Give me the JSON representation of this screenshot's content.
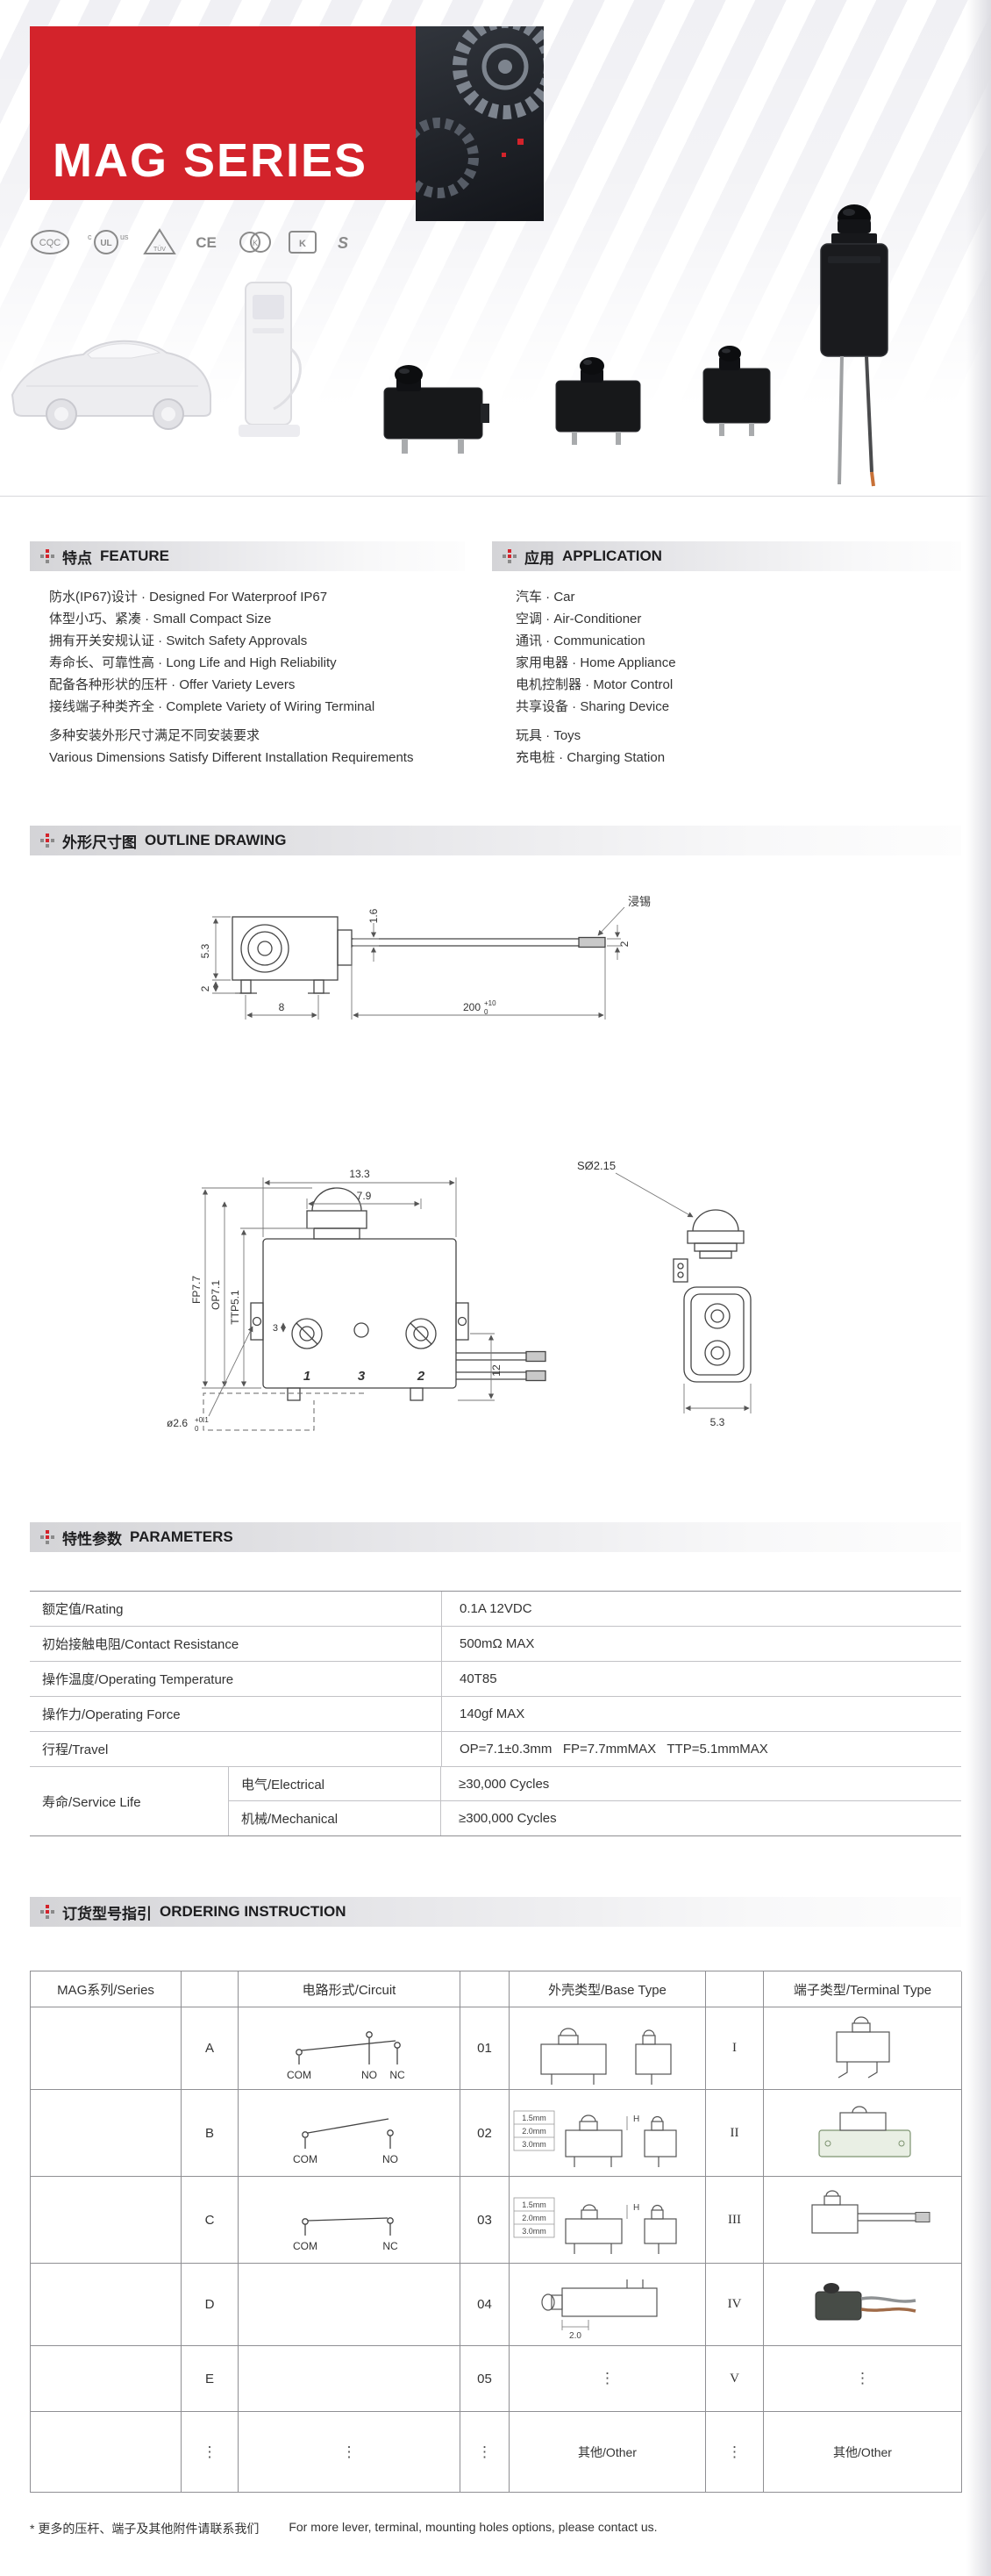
{
  "header": {
    "title": "MAG SERIES",
    "certs": [
      {
        "id": "cqc",
        "text": "CQC"
      },
      {
        "id": "ul",
        "pre": "c",
        "text": "UL",
        "post": "us"
      },
      {
        "id": "tuv",
        "text": "TÜV"
      },
      {
        "id": "ce",
        "text": "CE"
      },
      {
        "id": "kema",
        "text": "K"
      },
      {
        "id": "kc",
        "text": "K"
      },
      {
        "id": "s",
        "text": "S"
      }
    ]
  },
  "sections": {
    "feature": {
      "zh": "特点",
      "en": "FEATURE"
    },
    "application": {
      "zh": "应用",
      "en": "APPLICATION"
    },
    "outline": {
      "zh": "外形尺寸图",
      "en": "OUTLINE DRAWING"
    },
    "parameters": {
      "zh": "特性参数",
      "en": "PARAMETERS"
    },
    "ordering": {
      "zh": "订货型号指引",
      "en": "ORDERING INSTRUCTION"
    }
  },
  "features": {
    "items": [
      "防水(IP67)设计 · Designed For Waterproof IP67",
      "体型小巧、紧凑 · Small Compact Size",
      "拥有开关安规认证 · Switch Safety Approvals",
      "寿命长、可靠性高 · Long Life and High Reliability",
      "配备各种形状的压杆 · Offer Variety Levers",
      "接线端子种类齐全 · Complete Variety of Wiring Terminal",
      "多种安装外形尺寸满足不同安装要求",
      "Various Dimensions Satisfy Different Installation Requirements"
    ]
  },
  "applications": {
    "items": [
      "汽车 · Car",
      "空调 · Air-Conditioner",
      "通讯 · Communication",
      "家用电器 · Home Appliance",
      "电机控制器 · Motor Control",
      "共享设备 · Sharing Device",
      "玩具 · Toys",
      "充电桩 · Charging Station"
    ]
  },
  "outline": {
    "d1": {
      "height": "5.3",
      "foot": "2",
      "pitch": "8",
      "thk": "1.6",
      "len": "200",
      "tol_up": "+10",
      "tol_dn": "0",
      "tip": "2",
      "tin": "浸锡"
    },
    "d2": {
      "width": "13.3",
      "top_w": "7.9",
      "fp": "FP7.7",
      "op": "OP7.1",
      "ttp": "TTP5.1",
      "hole": "ø2.6",
      "hole_up": "+0.1",
      "hole_dn": "0",
      "rivet": "3",
      "side": "12",
      "t1": "1",
      "t3": "3",
      "t2": "2"
    },
    "d3": {
      "dome": "SØ2.15",
      "width": "5.3"
    }
  },
  "parameters": {
    "rows": [
      {
        "label": "额定值/Rating",
        "value": "0.1A 12VDC"
      },
      {
        "label": "初始接触电阻/Contact Resistance",
        "value": "500mΩ MAX"
      },
      {
        "label": "操作温度/Operating Temperature",
        "value": "40T85"
      },
      {
        "label": "操作力/Operating Force",
        "value": "140gf MAX"
      },
      {
        "label": "行程/Travel",
        "value": "OP=7.1±0.3mm   FP=7.7mmMAX   TTP=5.1mmMAX"
      }
    ],
    "life": {
      "label": "寿命/Service Life",
      "rows": [
        {
          "label": "电气/Electrical",
          "value": "≥30,000 Cycles"
        },
        {
          "label": "机械/Mechanical",
          "value": "≥300,000 Cycles"
        }
      ]
    }
  },
  "ordering": {
    "headers": {
      "series": "MAG系列/Series",
      "circuit": "电路形式/Circuit",
      "base": "外壳类型/Base Type",
      "terminal": "端子类型/Terminal Type"
    },
    "letters": [
      "A",
      "B",
      "C",
      "D",
      "E",
      "⋮"
    ],
    "numbers": [
      "01",
      "02",
      "03",
      "04",
      "05",
      "⋮"
    ],
    "romans": [
      "I",
      "II",
      "III",
      "IV",
      "V",
      "⋮"
    ],
    "circuit_labels": {
      "a": {
        "com": "COM",
        "no": "NO",
        "nc": "NC"
      },
      "b": {
        "com": "COM",
        "no": "NO"
      },
      "c": {
        "com": "COM",
        "nc": "NC"
      }
    },
    "h_label": "H",
    "h_values": [
      "1.5mm",
      "2.0mm",
      "3.0mm"
    ],
    "d_dim": "2.0",
    "dots": "⋮",
    "base_other": "其他/Other",
    "terminal_other": "其他/Other"
  },
  "footer": {
    "zh": "* 更多的压杆、端子及其他附件请联系我们",
    "en": "For more lever, terminal, mounting holes options, please contact us."
  }
}
